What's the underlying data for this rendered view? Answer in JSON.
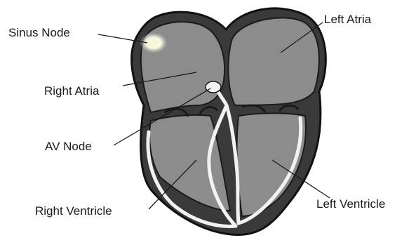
{
  "labels": {
    "sinus_node": "Sinus Node",
    "right_atria": "Right Atria",
    "av_node": "AV Node",
    "right_ventricle": "Right Ventricle",
    "left_atria": "Left Atria",
    "left_ventricle": "Left Ventricle"
  },
  "colors": {
    "outer_wall": "#3a3a3a",
    "chamber_fill": "#8c8c8c",
    "conduction_path": "#f2f2f2",
    "leader_line": "#1a1a1a",
    "sinus_node_glow": "#f7f7d8"
  }
}
